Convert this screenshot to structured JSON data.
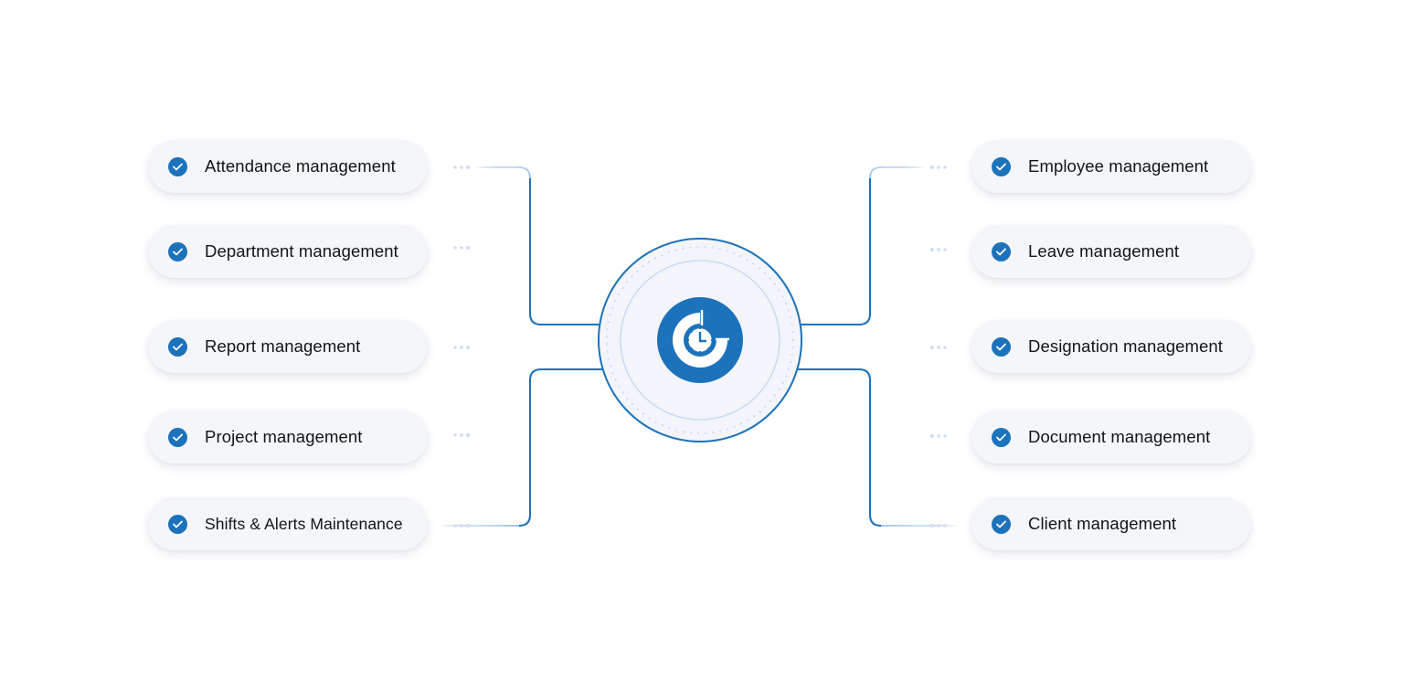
{
  "diagram": {
    "center": {
      "icon": "clock-chart-icon"
    },
    "left_items": [
      {
        "label": "Attendance management",
        "icon": "check-circle-icon"
      },
      {
        "label": "Department management",
        "icon": "check-circle-icon"
      },
      {
        "label": "Report management",
        "icon": "check-circle-icon"
      },
      {
        "label": "Project management",
        "icon": "check-circle-icon"
      },
      {
        "label": "Shifts & Alerts Maintenance",
        "icon": "check-circle-icon"
      }
    ],
    "right_items": [
      {
        "label": "Employee management",
        "icon": "check-circle-icon"
      },
      {
        "label": "Leave management",
        "icon": "check-circle-icon"
      },
      {
        "label": "Designation management",
        "icon": "check-circle-icon"
      },
      {
        "label": "Document management",
        "icon": "check-circle-icon"
      },
      {
        "label": "Client management",
        "icon": "check-circle-icon"
      }
    ],
    "colors": {
      "accent": "#1c72bb",
      "pill_bg": "#f4f6fa",
      "hub_bg": "#f3f5fa",
      "inner_ring": "#c9dcf7",
      "dots": "#cfdcf3"
    }
  }
}
